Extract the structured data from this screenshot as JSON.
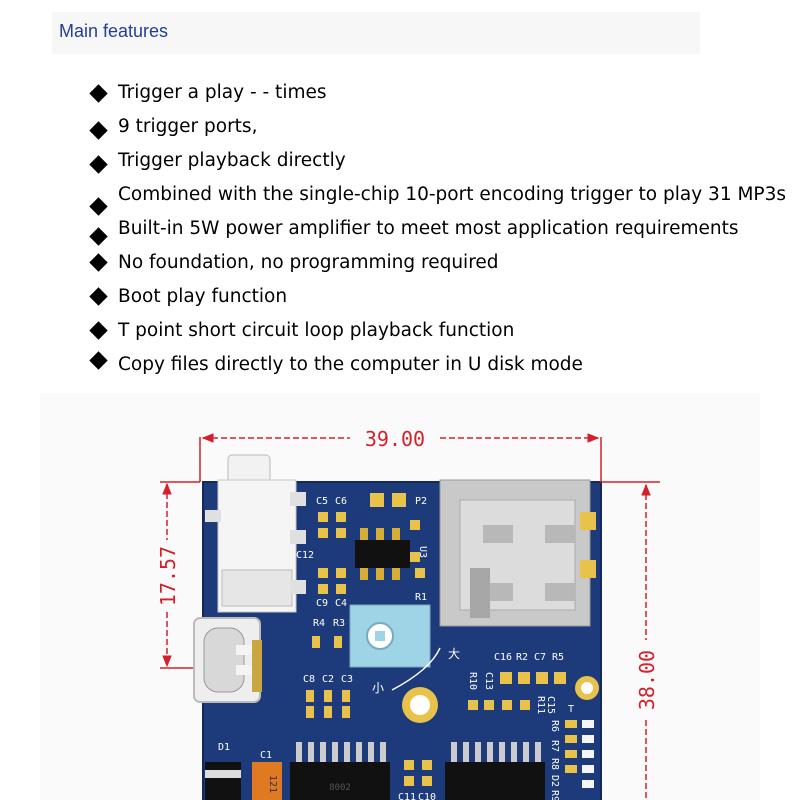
{
  "header": {
    "title": "Main features"
  },
  "features": [
    "Trigger a play - - times",
    "9 trigger ports,",
    "Trigger playback directly",
    "Combined with the single-chip 10-port encoding trigger to play 31 MP3s",
    "Built-in 5W power amplifier to meet most application requirements",
    "No foundation, no programming required",
    "Boot play function",
    "T point short circuit loop playback function",
    "Copy files directly to the computer in U disk mode"
  ],
  "dimensions": {
    "width": "39.00",
    "height_left": "17.57",
    "height_right": "38.00"
  },
  "board": {
    "colors": {
      "pcb": "#1d3a7a",
      "pad": "#e8c24a",
      "dim_line": "#d4202a"
    },
    "labels": {
      "c5": "C5",
      "c6": "C6",
      "p2": "P2",
      "c12": "C12",
      "u3": "U3",
      "r1": "R1",
      "c9": "C9",
      "c4": "C4",
      "r4": "R4",
      "r3": "R3",
      "c8": "C8",
      "c2": "C2",
      "c3": "C3",
      "c16": "C16",
      "r2": "R2",
      "c7": "C7",
      "r5": "R5",
      "r10": "R10",
      "c13": "C13",
      "r11": "R11",
      "c15": "C15",
      "d1": "D1",
      "c1": "C1",
      "r6": "R6",
      "r7": "R7",
      "r8": "R8",
      "d2": "D2",
      "r9": "R9",
      "c11": "C11",
      "c10": "C10",
      "t": "T",
      "big": "大",
      "small": "小",
      "chip": "8002",
      "cap": "121"
    }
  }
}
